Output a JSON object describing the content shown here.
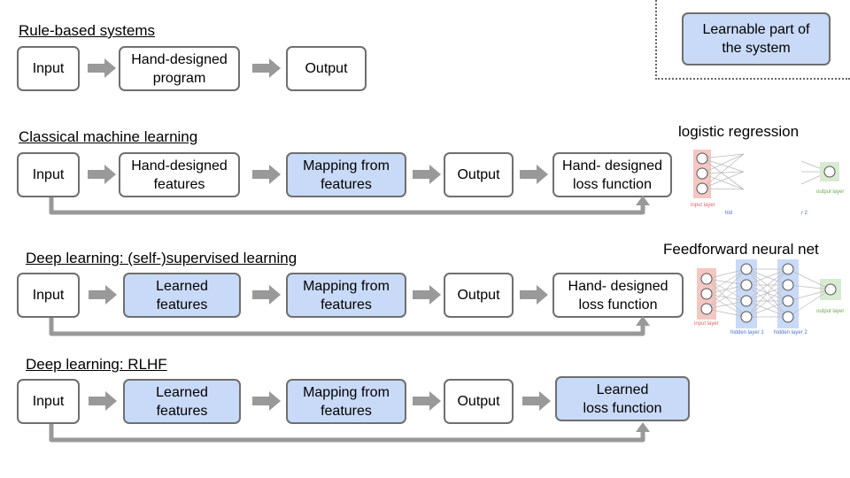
{
  "legend": {
    "label": "Learnable part of\nthe system"
  },
  "rows": {
    "rule": {
      "title": "Rule-based systems",
      "boxes": [
        "Input",
        "Hand-designed\nprogram",
        "Output"
      ]
    },
    "classical": {
      "title": "Classical machine learning",
      "boxes": [
        "Input",
        "Hand-designed\nfeatures",
        "Mapping from\nfeatures",
        "Output",
        "Hand- designed\nloss function"
      ]
    },
    "deep": {
      "title": "Deep learning: (self-)supervised learning",
      "boxes": [
        "Input",
        "Learned\nfeatures",
        "Mapping from\nfeatures",
        "Output",
        "Hand- designed\nloss function"
      ]
    },
    "rlhf": {
      "title": "Deep learning: RLHF",
      "boxes": [
        "Input",
        "Learned\nfeatures",
        "Mapping from\nfeatures",
        "Output",
        "Learned\nloss function"
      ]
    }
  },
  "figures": {
    "logreg": {
      "caption": "logistic regression",
      "input_label": "input layer",
      "hidden_fragment": "hid",
      "layer_fragment": "r 2",
      "output_label": "output layer"
    },
    "ffnn": {
      "caption": "Feedforward neural net",
      "input_label": "input layer",
      "hidden1_label": "hidden layer 1",
      "hidden2_label": "hidden layer 2",
      "output_label": "output layer"
    }
  },
  "colors": {
    "learnable": "#c9daf8",
    "border": "#6f6f6f",
    "arrow": "#999999",
    "input_layer": "#f4c7c3",
    "hidden_layer": "#c9daf8",
    "output_layer": "#d9ead3"
  }
}
